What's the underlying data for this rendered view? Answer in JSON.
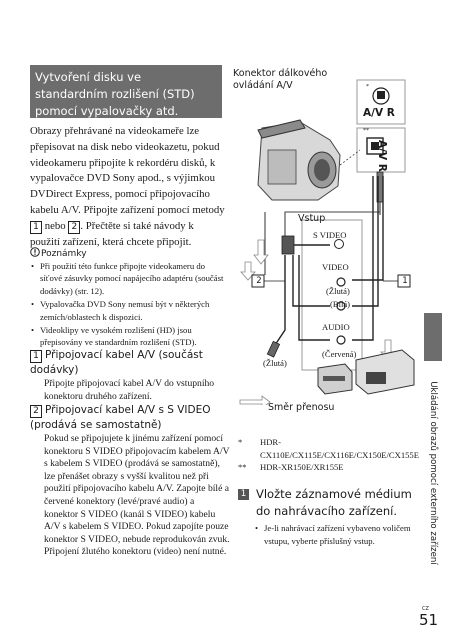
{
  "heading": "Vytvoření disku ve standardním rozlišení (STD) pomocí vypalovačky atd.",
  "intro": {
    "part1": "Obrazy přehrávané na videokameře lze přepisovat na disk nebo videokazetu, pokud videokameru připojíte k rekordéru disků, k vypalovačce DVD Sony apod., s výjimkou DVDirect Express, pomocí připojovacího kabelu A/V. Připojte zařízení pomocí metody",
    "num1": "1",
    "mid": "nebo",
    "num2": "2",
    "part2": ". Přečtěte si také návody k použití zařízení, která chcete připojit."
  },
  "notes": {
    "title": "Poznámky",
    "items": [
      "Při použití této funkce připojte videokameru do síťové zásuvky pomocí napájecího adaptéru (součást dodávky) (str. 12).",
      "Vypalovačka DVD Sony nemusí být v některých zemích/oblastech k dispozici.",
      "Videoklipy ve vysokém rozlišení (HD) jsou přepisovány ve standardním rozlišení (STD)."
    ]
  },
  "sections": [
    {
      "num": "1",
      "title": "Připojovací kabel A/V (součást dodávky)",
      "body": "Připojte připojovací kabel A/V do vstupního konektoru druhého zařízení."
    },
    {
      "num": "2",
      "title": "Připojovací kabel A/V s S VIDEO (prodává se samostatně)",
      "body": "Pokud se připojujete k jinému zařízení pomocí konektoru S VIDEO připojovacím kabelem A/V s kabelem S VIDEO (prodává se samostatně), lze přenášet obrazy s vyšší kvalitou než při použití připojovacího kabelu A/V. Zapojte bílé a červené konektory (levé/pravé audio) a konektor S VIDEO (kanál S VIDEO) kabelu A/V s kabelem S VIDEO. Pokud zapojíte pouze konektor S VIDEO, nebude reprodukován zvuk. Připojení žlutého konektoru (video) není nutné."
    }
  ],
  "diagram": {
    "connector_label": "Konektor dálkového ovládání A/V",
    "star1": "*",
    "star2": "**",
    "av_r": "A/V R",
    "input": "Vstup",
    "svideo": "S VIDEO",
    "video": "VIDEO",
    "yellow1": "(Žlutá)",
    "white": "(Bílá)",
    "audio": "AUDIO",
    "red": "(Červená)",
    "yellow2": "(Žlutá)",
    "callout1": "1",
    "callout2": "2",
    "transfer": "Směr přenosu"
  },
  "footnotes": [
    {
      "mark": "*",
      "text": "HDR-CX110E/CX115E/CX116E/CX150E/CX155E"
    },
    {
      "mark": "**",
      "text": "HDR-XR150E/XR155E"
    }
  ],
  "step": {
    "num": "1",
    "title": "Vložte záznamové médium do nahrávacího zařízení.",
    "bullet": "Je-li nahrávací zařízení vybaveno voličem vstupu, vyberte příslušný vstup."
  },
  "side_text": "Ukládání obrazů pomocí externího zařízení",
  "page_lang": "CZ",
  "page_number": "51"
}
